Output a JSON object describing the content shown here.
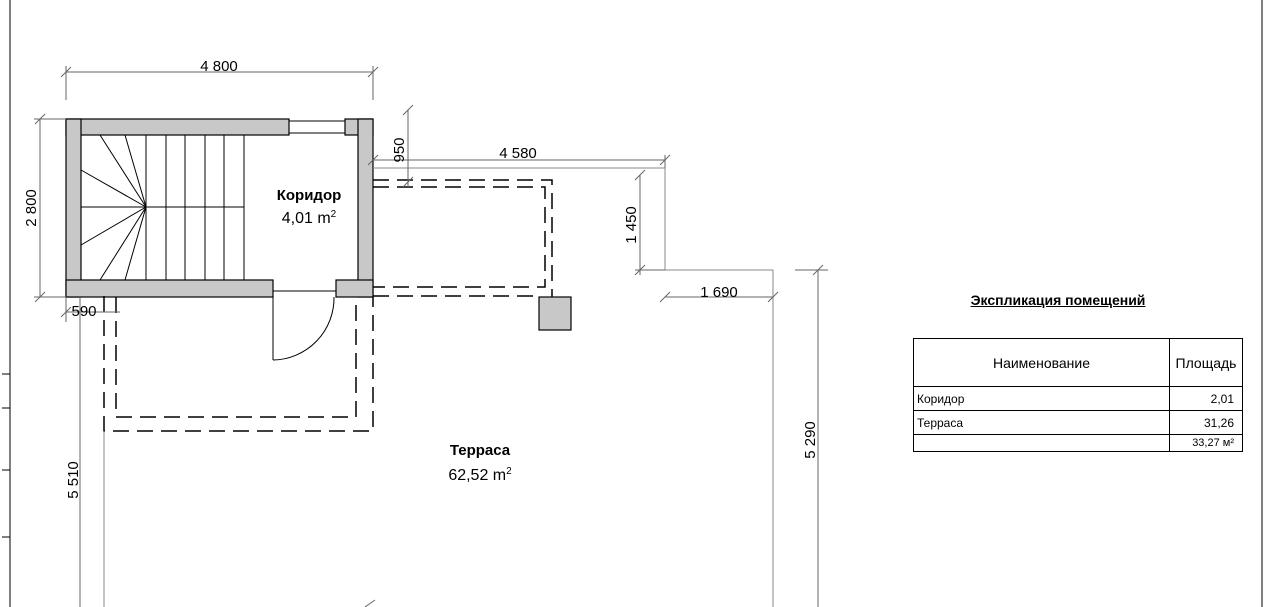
{
  "dimensions": {
    "top_width": "4 800",
    "left_height": "2 800",
    "gap_top": "950",
    "terrace_width": "4 580",
    "step_height": "1 450",
    "right_offset": "1 690",
    "bottom_left": "590",
    "left_lower": "5 510",
    "right_height": "5 290"
  },
  "rooms": {
    "corridor": {
      "name": "Коридор",
      "area": "4,01 m",
      "sup": "2"
    },
    "terrace": {
      "name": "Терраса",
      "area": "62,52 m",
      "sup": "2"
    }
  },
  "explication": {
    "title": "Экспликация помещений",
    "headers": {
      "name": "Наименование",
      "area": "Площадь"
    },
    "rows": [
      {
        "name": "Коридор",
        "area": "2,01"
      },
      {
        "name": "Терраса",
        "area": "31,26"
      }
    ],
    "total": "33,27 м²"
  },
  "colors": {
    "wall": "#c8c8c8",
    "line": "#000000",
    "dim": "#666666"
  }
}
